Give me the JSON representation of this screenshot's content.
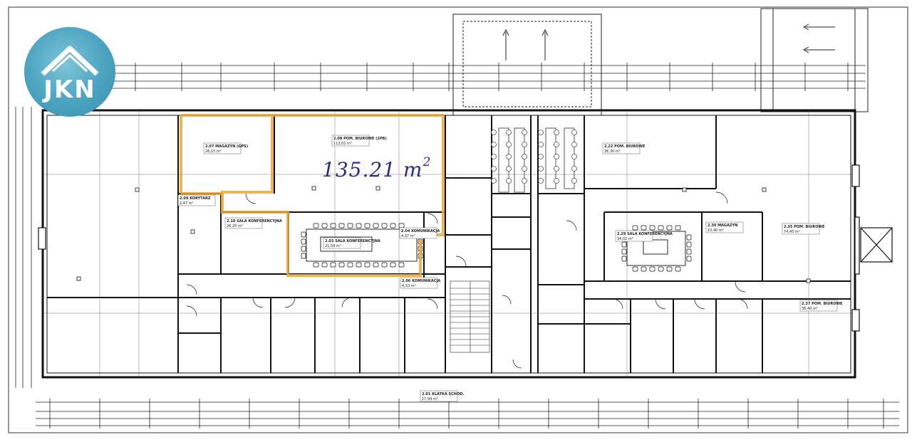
{
  "logo": {
    "text": "JKN",
    "icon": "house-roof-icon",
    "color": "#4aa3c0"
  },
  "handwritten_area": {
    "number": "135.21 m",
    "superscript": "2",
    "color": "#2a2a8a"
  },
  "highlight_color": "#e8a83a",
  "rooms": [
    {
      "id": "2.07",
      "name": "MAGAZYN (GPS)",
      "area": "26,15 m²"
    },
    {
      "id": "2.08",
      "name": "POM. BIUROWE (2PB)",
      "area": "112,01 m²"
    },
    {
      "id": "2.09",
      "name": "KORYTARZ",
      "area": "2,47 m²"
    },
    {
      "id": "2.10",
      "name": "SALA KONFERENCYJNA",
      "area": "26,25 m²"
    },
    {
      "id": "2.03",
      "name": "SALA KONFERENCYJNA",
      "area": "21,59 m²"
    },
    {
      "id": "2.04",
      "name": "KOMUNIKACJA",
      "area": "4,37 m²"
    },
    {
      "id": "2.06",
      "name": "KOMUNIKACJA",
      "area": "4,33 m²"
    },
    {
      "id": "2.01",
      "name": "KLATKA SCHOD.",
      "area": "17,94 m²"
    },
    {
      "id": "2.22",
      "name": "POM. BIUROWE",
      "area": "36,30 m²"
    },
    {
      "id": "2.29",
      "name": "SALA KONFERENCYJNA",
      "area": "34,02 m²"
    },
    {
      "id": "2.30",
      "name": "MAGAZYN",
      "area": "10,40 m²"
    },
    {
      "id": "2.35",
      "name": "POM. BIUROWE",
      "area": "74,45 m²"
    },
    {
      "id": "2.37",
      "name": "POM. BIUROWE",
      "area": "36,40 m²"
    }
  ]
}
